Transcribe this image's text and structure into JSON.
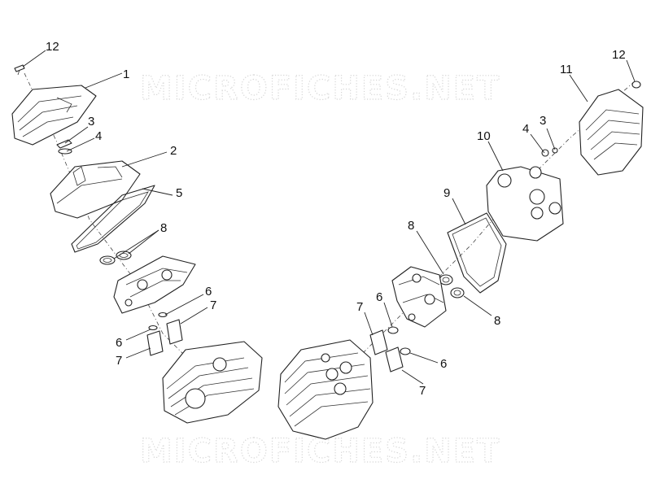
{
  "watermark": "MICROFICHES.NET",
  "callouts": {
    "left": {
      "n12": "12",
      "n1": "1",
      "n3": "3",
      "n4": "4",
      "n2": "2",
      "n5": "5",
      "n8": "8",
      "n6a": "6",
      "n7a": "7",
      "n6b": "6",
      "n7b": "7"
    },
    "right": {
      "n12": "12",
      "n11": "11",
      "n3": "3",
      "n4": "4",
      "n10": "10",
      "n9": "9",
      "n8a": "8",
      "n8b": "8",
      "n7": "7",
      "n6a": "6",
      "n6b": "6",
      "n7b": "7"
    }
  }
}
